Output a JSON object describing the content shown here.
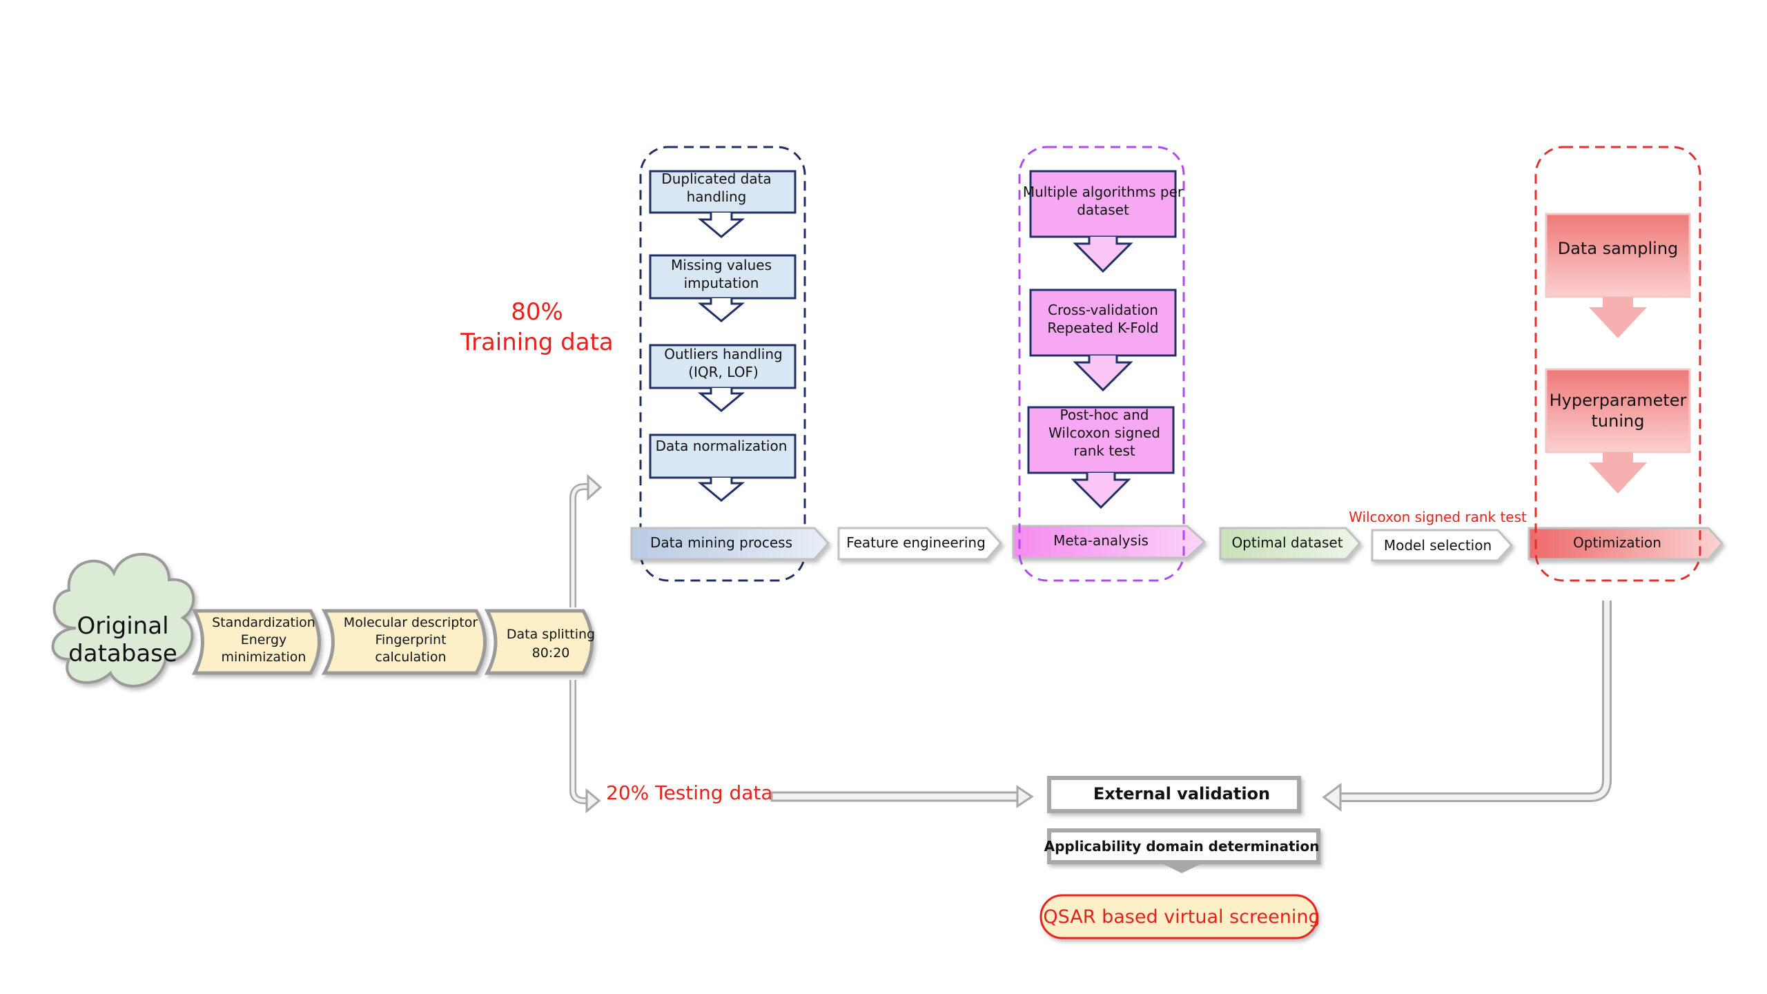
{
  "origin": {
    "line1": "Original",
    "line2": "database"
  },
  "prep": {
    "step1": {
      "line1": "Standardization",
      "line2": "Energy",
      "line3": "minimization"
    },
    "step2": {
      "line1": "Molecular descriptor",
      "line2": "Fingerprint",
      "line3": "calculation"
    },
    "step3": {
      "line1": "Data splitting",
      "line2": "80:20"
    }
  },
  "split": {
    "training_pct": "80%",
    "training_label": "Training data",
    "testing_label": "20% Testing data"
  },
  "data_mining": {
    "steps": [
      {
        "line1": "Duplicated data",
        "line2": "handling"
      },
      {
        "line1": "Missing values",
        "line2": "imputation"
      },
      {
        "line1": "Outliers handling",
        "line2": "(IQR, LOF)"
      },
      {
        "line1": "Data normalization",
        "line2": ""
      }
    ],
    "label": "Data mining process"
  },
  "feature_engineering": {
    "label": "Feature engineering"
  },
  "meta_analysis": {
    "steps": [
      {
        "line1": "Multiple algorithms per",
        "line2": "dataset",
        "line3": ""
      },
      {
        "line1": "Cross-validation",
        "line2": "Repeated K-Fold",
        "line3": ""
      },
      {
        "line1": "Post-hoc and",
        "line2": "Wilcoxon signed",
        "line3": "rank test"
      }
    ],
    "label": "Meta-analysis"
  },
  "optimal_dataset": {
    "label": "Optimal dataset"
  },
  "model_selection": {
    "label": "Model selection",
    "test_note": "Wilcoxon signed rank test"
  },
  "optimization": {
    "steps": [
      {
        "line1": "Data sampling",
        "line2": ""
      },
      {
        "line1": "Hyperparameter",
        "line2": "tuning"
      }
    ],
    "label": "Optimization"
  },
  "validation": {
    "external": "External validation",
    "applicability": "Applicability domain determination",
    "screening": "QSAR based virtual screening"
  },
  "colors": {
    "prep_fill": "#fdf0c8",
    "mining_fill": "#d9e6f4",
    "mining_border": "#1f2f66",
    "meta_fill": "#f7a8f2",
    "meta_border": "#9b3df2",
    "optimal_fill": "#dbecd1",
    "optimization_fill": "#f08080",
    "optimization_border": "#e03030",
    "red_text": "#e8201c",
    "cloud_fill": "#dcebd6"
  }
}
